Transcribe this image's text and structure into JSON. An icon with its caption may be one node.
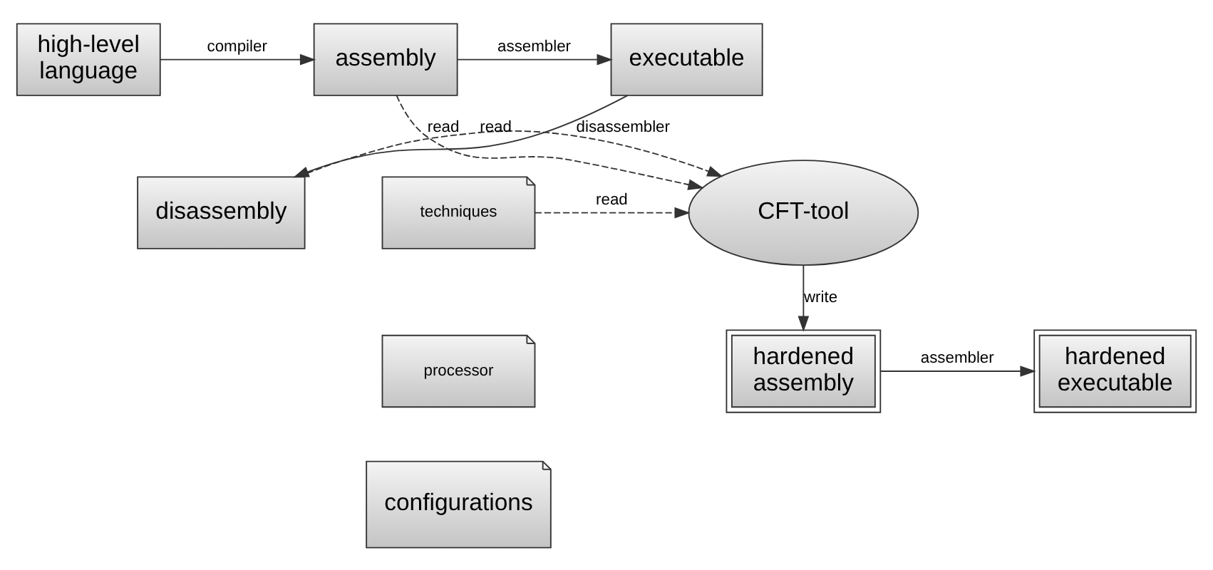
{
  "diagram": {
    "nodes": [
      {
        "text": [
          "high-level language"
        ]
      },
      {
        "text": [
          "assembly"
        ]
      },
      {
        "text": [
          "executable"
        ]
      },
      {
        "text": [
          "CFT-tool"
        ]
      },
      {
        "text": [
          "disassembly"
        ]
      },
      {
        "text": [
          "techniques"
        ]
      },
      {
        "text": [
          "processor"
        ]
      },
      {
        "text": [
          "configurations"
        ]
      },
      {
        "text": [
          "hardened assembly"
        ]
      },
      {
        "text": [
          "hardened executable"
        ]
      }
    ],
    "edges": [
      {
        "from": 0,
        "to": 1,
        "arrow": "to",
        "label": "compiler"
      },
      {
        "from": 1,
        "to": 2,
        "arrow": "to",
        "label": "assembler"
      },
      {
        "from": 1,
        "to": 3,
        "arrow": "to",
        "label": "read",
        "style": "dashed"
      },
      {
        "from": 2,
        "to": 4,
        "arrow": "to",
        "label": "disassembler"
      },
      {
        "from": 4,
        "to": 3,
        "arrow": "to",
        "label": "read",
        "style": "dashed"
      },
      {
        "from": 5,
        "to": 3,
        "arrow": "to",
        "label": "read",
        "style": "dashed"
      },
      {
        "from": 3,
        "to": 8,
        "arrow": "to",
        "label": "write"
      },
      {
        "from": 8,
        "to": 9,
        "arrow": "to",
        "label": "assembler"
      }
    ]
  }
}
